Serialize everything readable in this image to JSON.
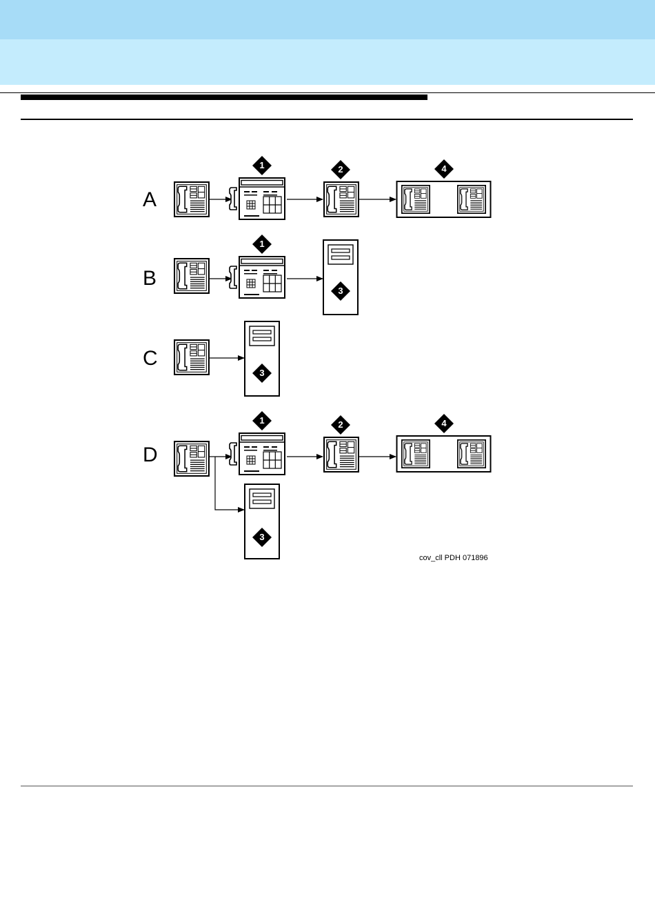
{
  "header": {
    "band_colors": {
      "top": "#a7dcf7",
      "bottom": "#c4ecfd"
    }
  },
  "diagram": {
    "rows": [
      {
        "letter": "A"
      },
      {
        "letter": "B"
      },
      {
        "letter": "C"
      },
      {
        "letter": "D"
      }
    ],
    "badges": {
      "one": "1",
      "two": "2",
      "three": "3",
      "four": "4"
    },
    "caption": "cov_cll PDH 071896"
  },
  "icons": [
    "phone-icon",
    "console-icon",
    "voice-mail-icon",
    "coverage-group-icon",
    "arrow-icon",
    "number-badge-icon"
  ]
}
